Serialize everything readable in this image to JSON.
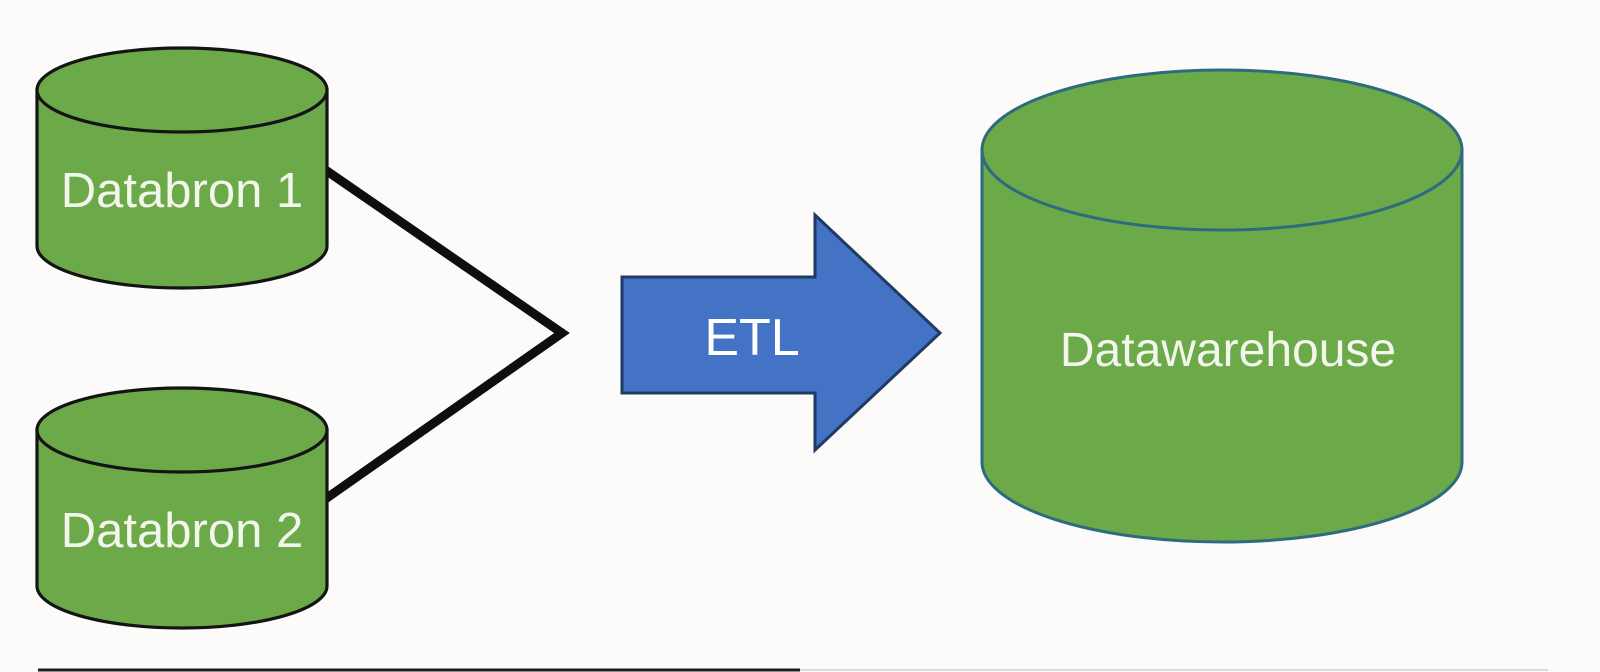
{
  "diagram": {
    "sources": [
      {
        "label": "Databron 1"
      },
      {
        "label": "Databron 2"
      }
    ],
    "process": {
      "label": "ETL"
    },
    "target": {
      "label": "Datawarehouse"
    },
    "colors": {
      "cylinder_fill": "#6BA949",
      "source_outline": "#141414",
      "target_outline": "#2E6B7F",
      "arrow_fill": "#4472C4",
      "arrow_outline": "#203A66",
      "connector": "#0E0E0E",
      "label_text": "#F2F6EC",
      "edge_line": "#1D1D1D"
    }
  }
}
